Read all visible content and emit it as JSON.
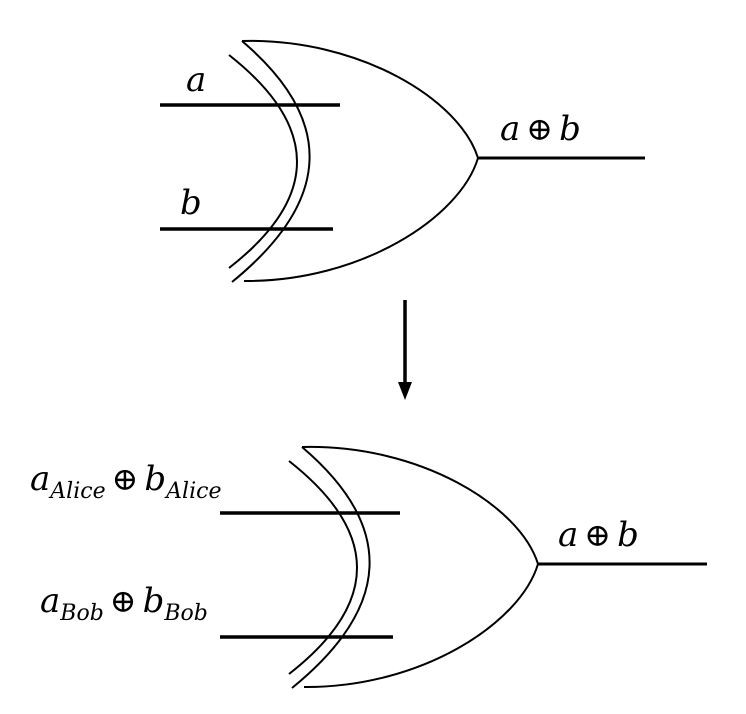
{
  "top_gate": {
    "type": "XOR",
    "input_a": "a",
    "input_b": "b",
    "output": {
      "left": "a",
      "op": "⊕",
      "right": "b"
    }
  },
  "arrow": "down-arrow",
  "bottom_gate": {
    "type": "XOR",
    "input_1": {
      "a": "a",
      "a_sub": "Alice",
      "op": "⊕",
      "b": "b",
      "b_sub": "Alice"
    },
    "input_2": {
      "a": "a",
      "a_sub": "Bob",
      "op": "⊕",
      "b": "b",
      "b_sub": "Bob"
    },
    "output": {
      "left": "a",
      "op": "⊕",
      "right": "b"
    }
  }
}
